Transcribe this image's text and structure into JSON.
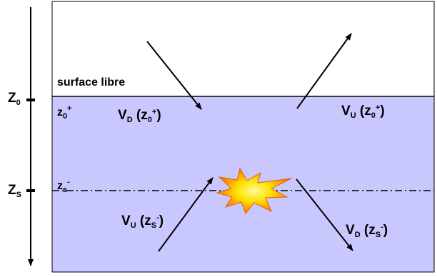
{
  "labels": {
    "surface": "surface libre",
    "z0": {
      "main": "Z",
      "sub": "0"
    },
    "zs": {
      "main": "Z",
      "sub": "S"
    },
    "z0_plus": {
      "main": "z",
      "sub": "0",
      "sup": "+"
    },
    "zs_minus": {
      "main": "z",
      "sub": "s",
      "sup": "-"
    },
    "vd_z0": {
      "v": "V",
      "vsub": "D",
      "open": "(z",
      "zsub": "0",
      "zsup": "+",
      "close": ")"
    },
    "vu_z0": {
      "v": "V",
      "vsub": "U",
      "open": "(z",
      "zsub": "0",
      "zsup": "+",
      "close": ")"
    },
    "vu_zs": {
      "v": "V",
      "vsub": "U",
      "open": "(z",
      "zsub": "S",
      "zsup": "-",
      "close": ")"
    },
    "vd_zs": {
      "v": "V",
      "vsub": "D",
      "open": "(z",
      "zsub": "S",
      "zsup": "-",
      "close": ")"
    }
  },
  "colors": {
    "medium_fill": "#c8c8ff",
    "line": "#000000",
    "explosion_outer": "#ff7a00",
    "explosion_inner": "#ffe400"
  }
}
